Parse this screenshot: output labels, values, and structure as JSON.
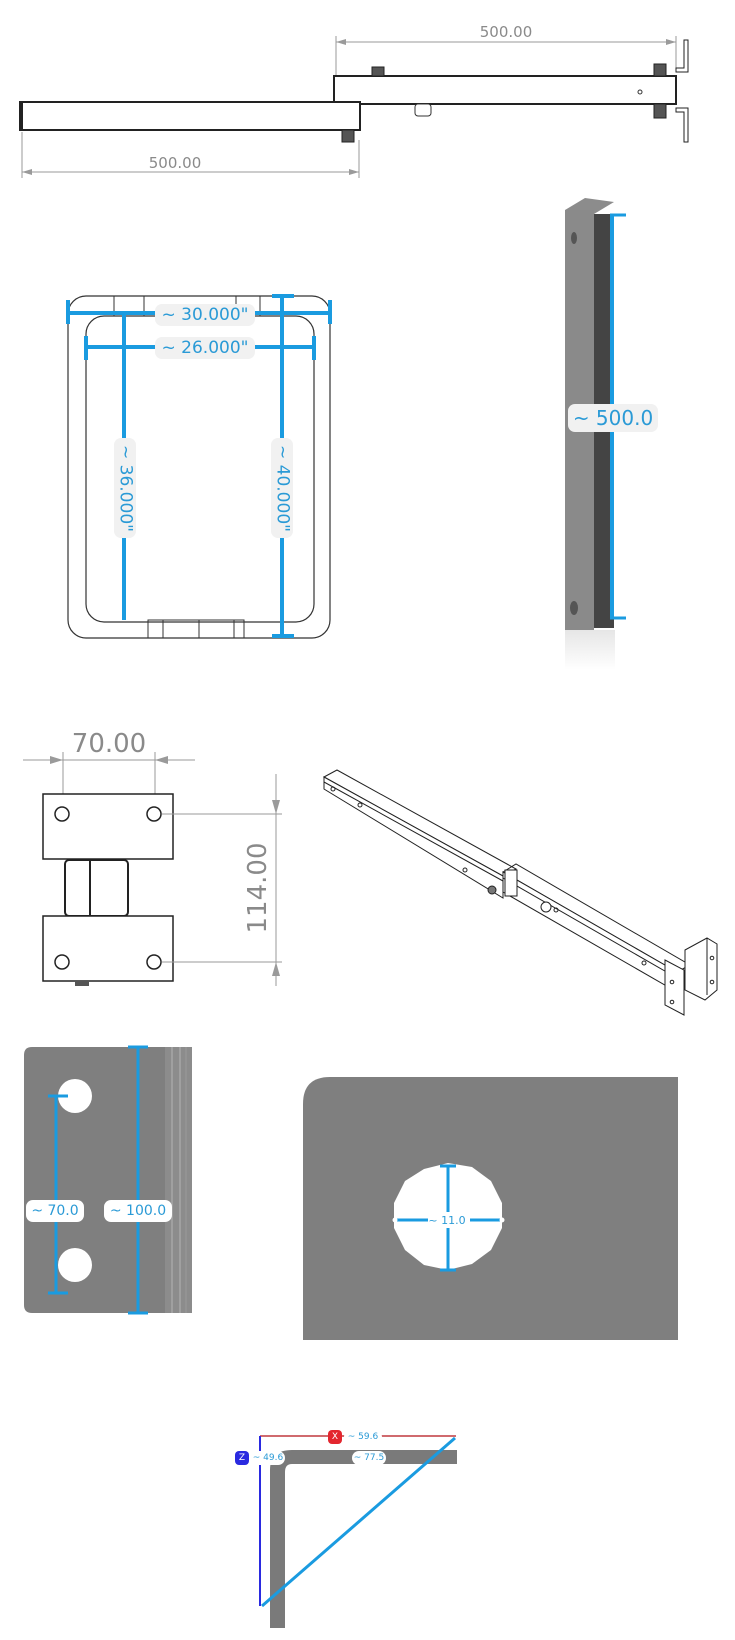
{
  "views": {
    "side_view": {
      "top_dimension": "500.00",
      "bottom_dimension": "500.00"
    },
    "frame_outline": {
      "outer_width": "~ 30.000\"",
      "inner_width": "~ 26.000\"",
      "inner_height": "~ 36.000\"",
      "outer_height": "~ 40.000\""
    },
    "tube_3d": {
      "length": "~ 500.0"
    },
    "bracket_end_view": {
      "hole_spacing": "70.00",
      "height": "114.00"
    },
    "isometric_assembly": {},
    "bracket_plate": {
      "hole_spacing": "~ 70.0",
      "plate_length": "~ 100.0"
    },
    "hole_detail": {
      "diameter": "~ 11.0"
    },
    "angle_profile": {
      "x_axis_label": "X",
      "x_value": "~ 59.6",
      "z_axis_label": "Z",
      "z_value": "~ 49.6",
      "diagonal_value": "~ 77.5"
    }
  },
  "colors": {
    "dimension_blue": "#1a9be0",
    "dimension_text": "#2a9ad6",
    "cad_gray_text": "#8a8a8a",
    "plate_gray": "#7f7f7f",
    "x_axis_red": "#e3262e",
    "z_axis_blue": "#2a2ae0"
  }
}
